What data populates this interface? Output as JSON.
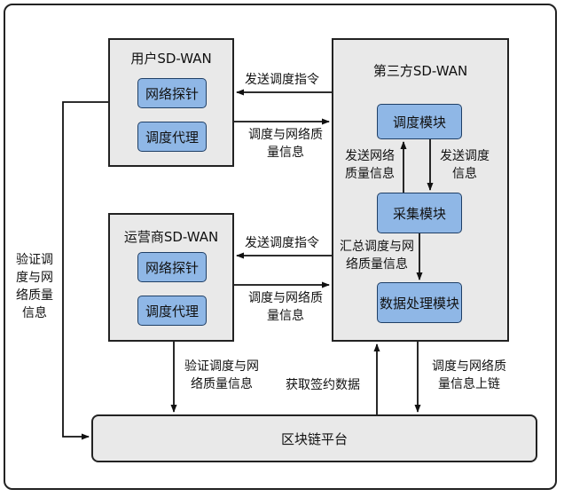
{
  "user_panel": {
    "title": "用户SD-WAN",
    "probe": "网络探针",
    "agent": "调度代理"
  },
  "operator_panel": {
    "title": "运营商SD-WAN",
    "probe": "网络探针",
    "agent": "调度代理"
  },
  "third_party_panel": {
    "title": "第三方SD-WAN",
    "scheduling_module": "调度模块",
    "collection_module": "采集模块",
    "data_processing_module": "数据处理模块"
  },
  "blockchain_platform": "区块链平台",
  "labels": {
    "send_dispatch_cmd_top": "发送调度指令",
    "quality_info_top_l1": "调度与网络质",
    "quality_info_top_l2": "量信息",
    "send_dispatch_cmd_mid": "发送调度指令",
    "quality_info_mid_l1": "调度与网络质",
    "quality_info_mid_l2": "量信息",
    "send_quality_l1": "发送网络",
    "send_quality_l2": "质量信息",
    "send_dispatch_l1": "发送调度",
    "send_dispatch_l2": "信息",
    "aggregate_l1": "汇总调度与网",
    "aggregate_l2": "络质量信息",
    "verify_left_l1": "验证调",
    "verify_left_l2": "度与网",
    "verify_left_l3": "络质量",
    "verify_left_l4": "信息",
    "verify_bottom_l1": "验证调度与网",
    "verify_bottom_l2": "络质量信息",
    "get_contract_data": "获取签约数据",
    "onchain_l1": "调度与网络质",
    "onchain_l2": "量信息上链"
  }
}
